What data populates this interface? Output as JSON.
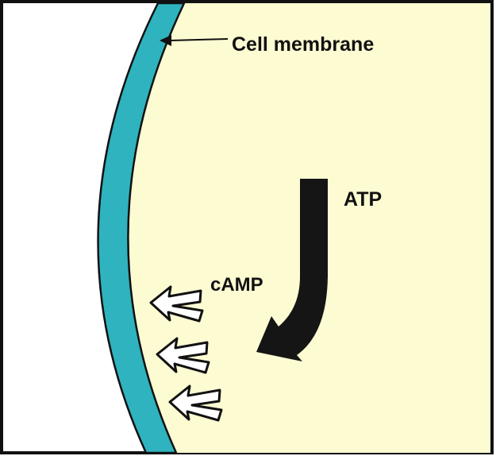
{
  "labels": {
    "membrane": "Cell membrane",
    "atp": "ATP",
    "camp": "cAMP"
  },
  "colors": {
    "background": "#ffffff",
    "cytoplasm": "#fdfbd2",
    "membrane": "#2fb3bf",
    "outline": "#111111",
    "arrow_dark": "#151515",
    "arrow_light": "#ffffff"
  }
}
